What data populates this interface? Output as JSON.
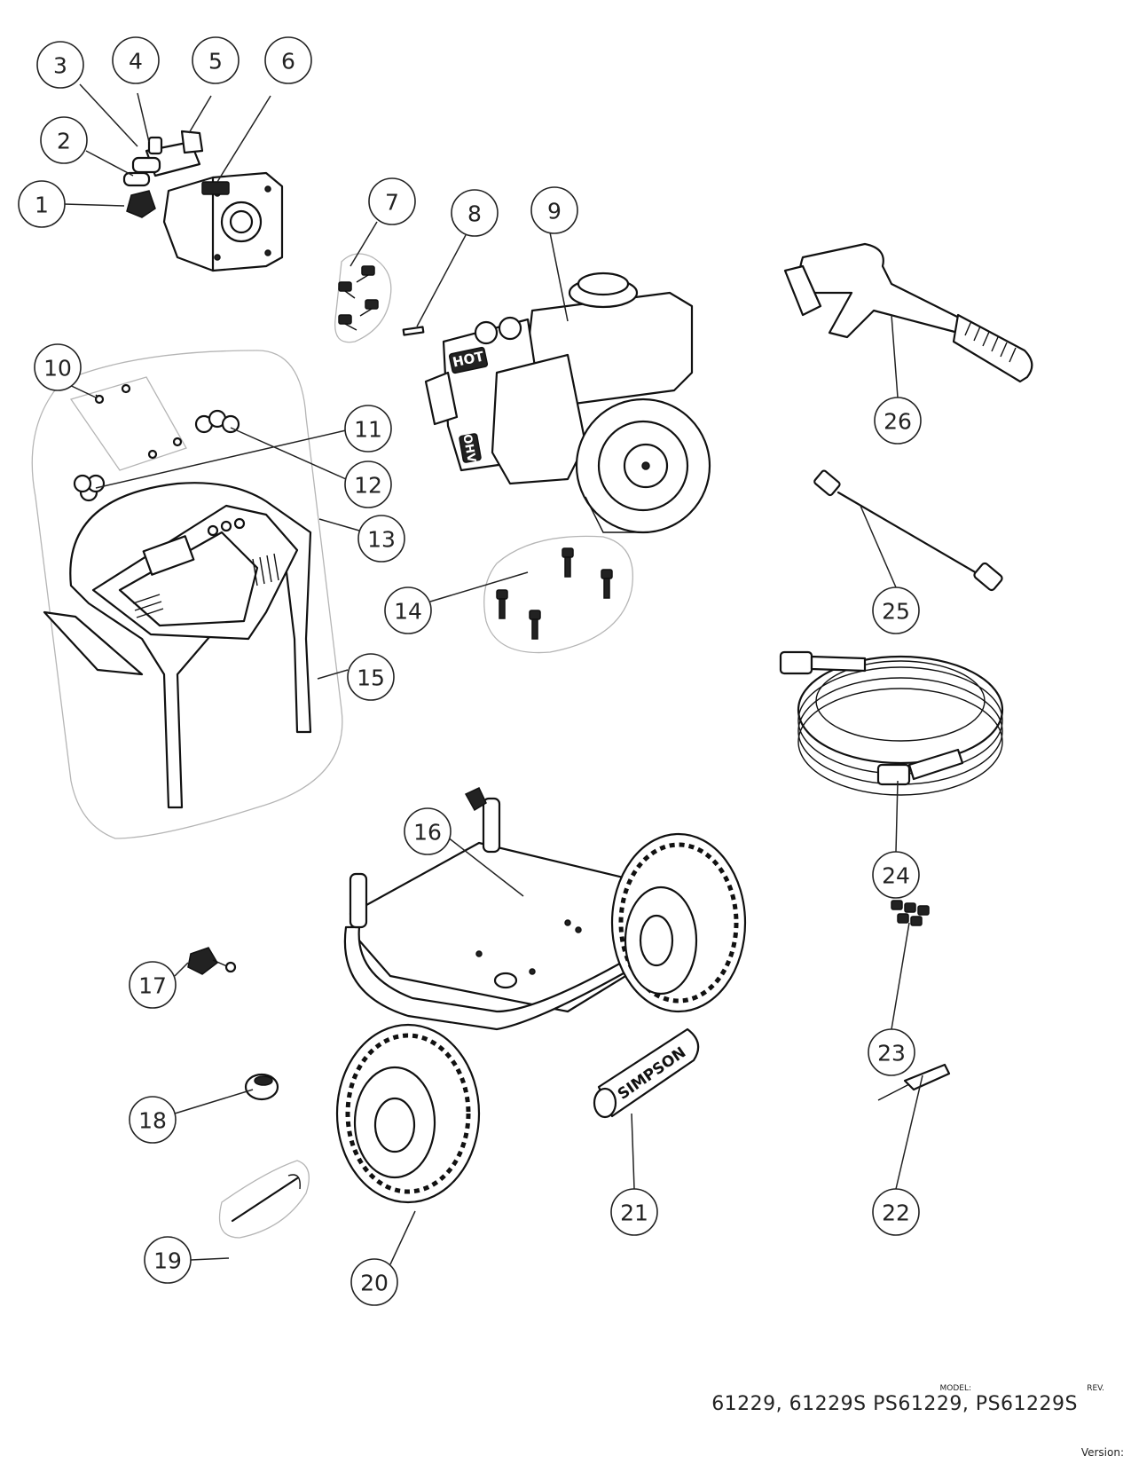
{
  "callouts": [
    "1",
    "2",
    "3",
    "4",
    "5",
    "6",
    "7",
    "8",
    "9",
    "10",
    "11",
    "12",
    "13",
    "14",
    "15",
    "16",
    "17",
    "18",
    "19",
    "20",
    "21",
    "22",
    "23",
    "24",
    "25",
    "26"
  ],
  "parts": {
    "engine_hot_label": "HOT",
    "engine_ohv_label": "OHV",
    "detergent_tube_brand": "SIMPSON"
  },
  "title_block": {
    "model_label": "MODEL:",
    "rev_label": "REV.",
    "model_value": "61229, 61229S  PS61229, PS61229S",
    "version_label": "Version:"
  }
}
